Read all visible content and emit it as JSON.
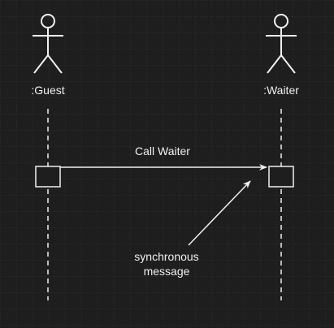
{
  "diagram": {
    "type": "uml-sequence",
    "actors": [
      {
        "id": "guest",
        "label": ":Guest"
      },
      {
        "id": "waiter",
        "label": ":Waiter"
      }
    ],
    "messages": [
      {
        "from": "guest",
        "to": "waiter",
        "label": "Call Waiter",
        "kind": "synchronous"
      }
    ],
    "annotation": {
      "line1": "synchronous",
      "line2": "message"
    }
  },
  "colors": {
    "background": "#1e1e1e",
    "grid": "#333333",
    "stroke": "#f0f0f0",
    "text": "#f0f0f0"
  }
}
